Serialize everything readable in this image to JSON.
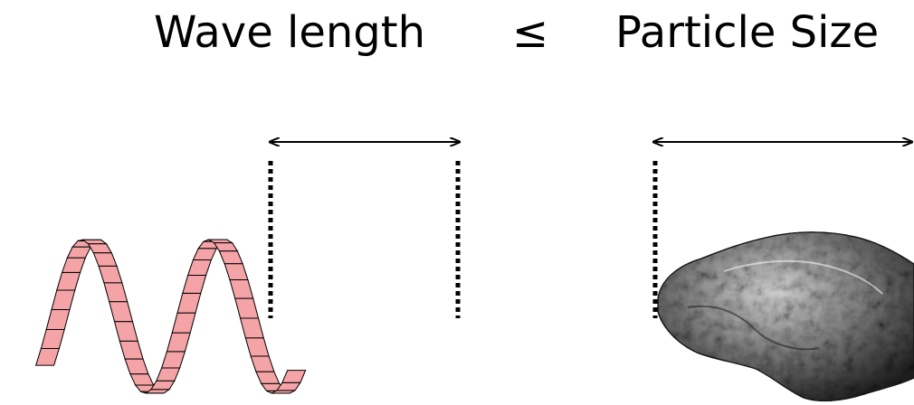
{
  "heading": {
    "left_text": "Wave length",
    "operator": "≤",
    "right_text": "Particle Size"
  },
  "colors": {
    "ribbon_fill": "#f4a3a6",
    "ribbon_edge": "#000000",
    "arrow": "#000000",
    "particle_dark": "#222222",
    "particle_light": "#d8d8d8"
  },
  "icons": {
    "wave": "helical-ribbon",
    "particle": "rock-particle",
    "measure": "double-headed-arrow"
  }
}
